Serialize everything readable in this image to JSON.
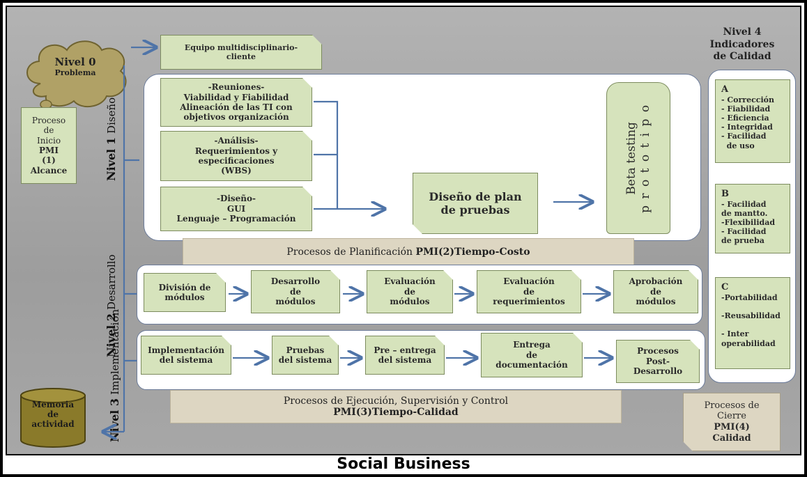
{
  "title": "Social Business",
  "nivel0": {
    "label": "Nivel 0",
    "sub": "Problema"
  },
  "equipo": "Equipo multidisciplinario-\ncliente",
  "proceso_inicio": {
    "line1": "Proceso\nde\nInicio",
    "line2": "PMI\n(1)\nAlcance"
  },
  "nivel1": {
    "nivel": "Nivel 1",
    "name": "Diseño"
  },
  "nivel2": {
    "nivel": "Nivel 2",
    "name": "Desarrollo"
  },
  "nivel3": {
    "nivel": "Nivel 3",
    "name": "Implementación"
  },
  "nivel4": {
    "label": "Nivel 4\nIndicadores\nde Calidad"
  },
  "design_boxes": [
    "-Reuniones-\nViabilidad y Fiabilidad\nAlineación de las TI con\nobjetivos organización",
    "-Análisis-\nRequerimientos y\nespecificaciones\n(WBS)",
    "-Diseño-\nGUI\nLenguaje – Programación"
  ],
  "plan_pruebas": "Diseño de plan\nde pruebas",
  "beta": {
    "line1": "Beta testing",
    "line2": "p r o t o t i p o"
  },
  "planificacion": {
    "text": "Procesos de Planificación ",
    "bold": "PMI(2)Tiempo-Costo"
  },
  "dev_boxes": [
    "División de\nmódulos",
    "Desarrollo\nde\nmódulos",
    "Evaluación\nde\nmódulos",
    "Evaluación\nde\nrequerimientos",
    "Aprobación\nde\nmódulos"
  ],
  "impl_boxes": [
    "Implementación\ndel sistema",
    "Pruebas\ndel sistema",
    "Pre – entrega\ndel sistema",
    "Entrega\nde\ndocumentación",
    "Procesos\nPost-\nDesarrollo"
  ],
  "ejecucion": {
    "text": "Procesos de Ejecución, Supervisión y Control",
    "bold": "PMI(3)Tiempo-Calidad"
  },
  "memoria": "Memoria\nde\nactividad",
  "cierre": {
    "text": "Procesos de\nCierre",
    "bold": "PMI(4)\nCalidad"
  },
  "quality": [
    {
      "letter": "A",
      "items": "- Corrección\n- Fiabilidad\n- Eficiencia\n- Integridad\n- Facilidad\n  de uso"
    },
    {
      "letter": "B",
      "items": "- Facilidad\nde mantto.\n-Flexibilidad\n- Facilidad\nde prueba"
    },
    {
      "letter": "C",
      "items": "-Portabilidad\n\n-Reusabilidad\n\n- Inter\noperabilidad"
    }
  ],
  "colors": {
    "box": "#d6e3bc",
    "band": "#ddd6c2",
    "arrow": "#4f74a8",
    "cloud": "#b0a166",
    "cylinder": "#8a7a2a"
  }
}
